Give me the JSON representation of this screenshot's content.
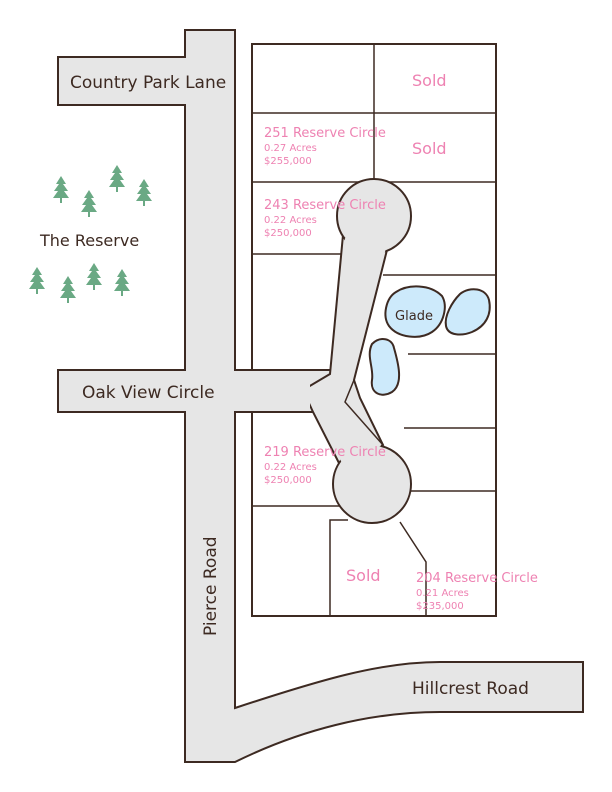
{
  "roads": {
    "country_park": "Country Park Lane",
    "oak_view": "Oak View Circle",
    "pierce": "Pierce Road",
    "hillcrest": "Hillcrest Road"
  },
  "area": {
    "reserve": "The Reserve"
  },
  "pond": {
    "label": "Glade"
  },
  "lots": [
    {
      "address": "251 Reserve Circle",
      "acres": "0.27 Acres",
      "price": "$255,000"
    },
    {
      "address": "243 Reserve Circle",
      "acres": "0.22 Acres",
      "price": "$250,000"
    },
    {
      "address": "219 Reserve Circle",
      "acres": "0.22 Acres",
      "price": "$250,000"
    },
    {
      "address": "204 Reserve Circle",
      "acres": "0.21 Acres",
      "price": "$235,000"
    }
  ],
  "sold": [
    "Sold",
    "Sold",
    "Sold"
  ],
  "colors": {
    "road_fill": "#e6e6e6",
    "outline": "#3d2a22",
    "lot_text": "#ee82b2",
    "water": "#cdeafb",
    "trees": "#6aa984"
  },
  "icons": {
    "tree": "pine-tree-icon"
  }
}
